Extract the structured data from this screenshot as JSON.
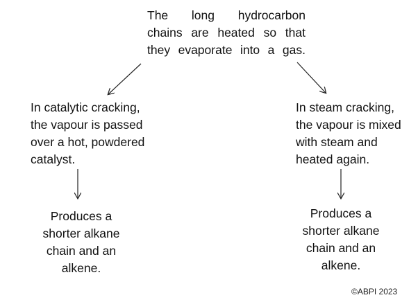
{
  "top_box": {
    "lines": [
      "The long hydrocarbon",
      "chains are heated so that",
      "they evaporate into a gas."
    ]
  },
  "left_branch": {
    "lines": [
      "In catalytic cracking,",
      "the vapour is passed",
      "over a hot, powdered",
      "catalyst."
    ],
    "result_lines": [
      "Produces a",
      "shorter alkane",
      "chain and an",
      "alkene."
    ]
  },
  "right_branch": {
    "lines": [
      "In steam cracking,",
      "the vapour is mixed",
      "with steam and",
      "heated again."
    ],
    "result_lines": [
      "Produces a",
      "shorter alkane",
      "chain and an",
      "alkene."
    ]
  },
  "credit": "©ABPI 2023",
  "colors": {
    "text": "#111111",
    "arrow": "#222222",
    "background": "#ffffff"
  }
}
